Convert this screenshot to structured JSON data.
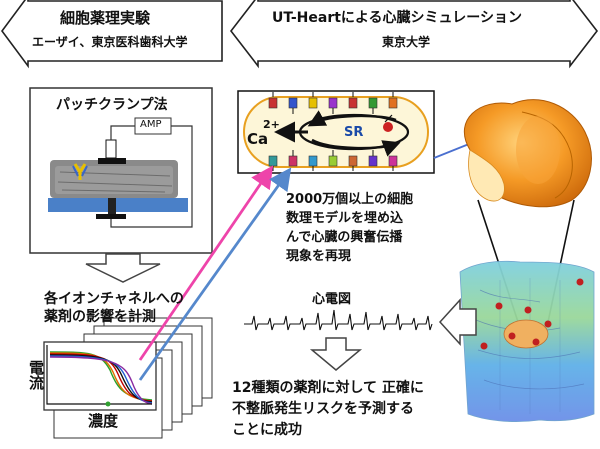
{
  "banners": {
    "left_title": "細胞薬理実験",
    "left_subtitle": "エーザイ、東京医科歯科大学",
    "right_title": "UT-Heartによる心臓シミュレーション",
    "right_subtitle": "東京大学"
  },
  "patch_clamp": {
    "title": "パッチクランプ法",
    "amp_label": "AMP"
  },
  "ion_channel": {
    "line1": "各イオンチャネルへの",
    "line2": "薬剤の影響を計測"
  },
  "graph": {
    "ylabel": "電流",
    "xlabel": "濃度"
  },
  "cell_model": {
    "ca_label": "Ca",
    "ca_charge": "2+",
    "sr_label": "SR"
  },
  "simulation": {
    "line1": "2000万個以上の細胞",
    "line2": "数理モデルを埋め込",
    "line3": "んで心臓の興奮伝播",
    "line4": "現象を再現"
  },
  "ecg": {
    "label": "心電図"
  },
  "result": {
    "line1": "12種類の薬剤に対して 正確に",
    "line2": "不整脈発生リスクを予測する",
    "line3": "ことに成功"
  },
  "colors": {
    "pink_arrow": "#ee44aa",
    "blue_arrow": "#5588cc",
    "heart_orange": "#f08a1a"
  }
}
